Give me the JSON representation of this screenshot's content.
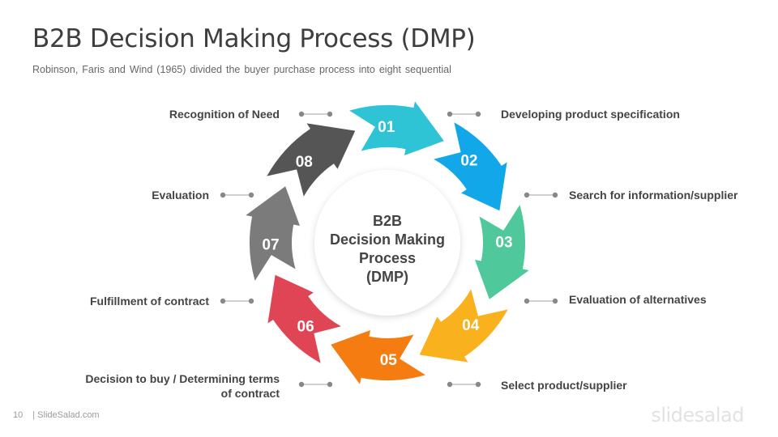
{
  "header": {
    "title": "B2B Decision Making Process (DMP)",
    "subtitle": "Robinson, Faris and Wind (1965) divided the buyer purchase process into eight sequential"
  },
  "center": {
    "line1": "B2B",
    "line2": "Decision Making",
    "line3": "Process",
    "line4": "(DMP)"
  },
  "steps": [
    {
      "num": "01",
      "label": "Recognition of Need",
      "color": "#2ec4d6"
    },
    {
      "num": "02",
      "label": "Developing product specification",
      "color": "#12a7e8"
    },
    {
      "num": "03",
      "label": "Search for information/supplier",
      "color": "#4fc99c"
    },
    {
      "num": "04",
      "label": "Evaluation of alternatives",
      "color": "#f9b21d"
    },
    {
      "num": "05",
      "label": "Select product/supplier",
      "color": "#f57c11"
    },
    {
      "num": "06",
      "label": "Decision to buy / Determining terms",
      "label2": "of contract",
      "color": "#e04556"
    },
    {
      "num": "07",
      "label": "Fulfillment of contract",
      "color": "#7b7b7b"
    },
    {
      "num": "08",
      "label": "Evaluation",
      "color": "#555555"
    }
  ],
  "footer": {
    "page": "10",
    "site": "| SlideSalad.com",
    "brand": "slidesalad"
  }
}
